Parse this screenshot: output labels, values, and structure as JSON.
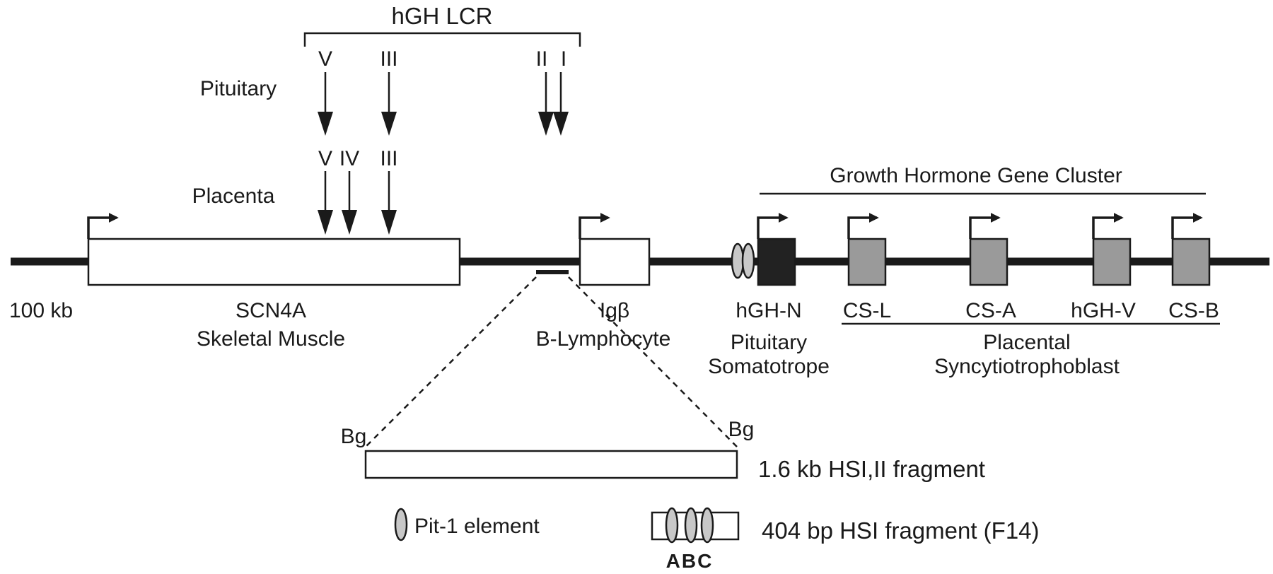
{
  "scale": "100 kb",
  "lcr": {
    "title": "hGH LCR",
    "pituitary_label": "Pituitary",
    "placenta_label": "Placenta",
    "pituitary_sites": [
      "V",
      "III",
      "II",
      "I"
    ],
    "placenta_sites": [
      "V",
      "IV",
      "III"
    ]
  },
  "cluster_title": "Growth Hormone Gene Cluster",
  "genes": [
    {
      "name": "SCN4A",
      "tissue": "Skeletal Muscle",
      "fill": "white"
    },
    {
      "name": "Igβ",
      "tissue": "B-Lymphocyte",
      "fill": "white"
    },
    {
      "name": "hGH-N",
      "tissue_line1": "Pituitary",
      "tissue_line2": "Somatotrope",
      "fill": "black"
    },
    {
      "name": "CS-L",
      "fill": "gray"
    },
    {
      "name": "CS-A",
      "fill": "gray"
    },
    {
      "name": "hGH-V",
      "fill": "gray"
    },
    {
      "name": "CS-B",
      "fill": "gray"
    }
  ],
  "placental_group": {
    "line1": "Placental",
    "line2": "Syncytiotrophoblast"
  },
  "fragment": {
    "site_left": "Bg",
    "site_right": "Bg",
    "label_16kb": "1.6 kb HSI,II fragment",
    "label_404bp": "404 bp HSI fragment (F14)",
    "pit_elements": "ABC"
  },
  "legend": {
    "pit1_label": "Pit-1 element"
  },
  "colors": {
    "gene_gray": "#9a9a9a",
    "gene_black": "#222222",
    "pit1_fill": "#c8c8c8"
  }
}
